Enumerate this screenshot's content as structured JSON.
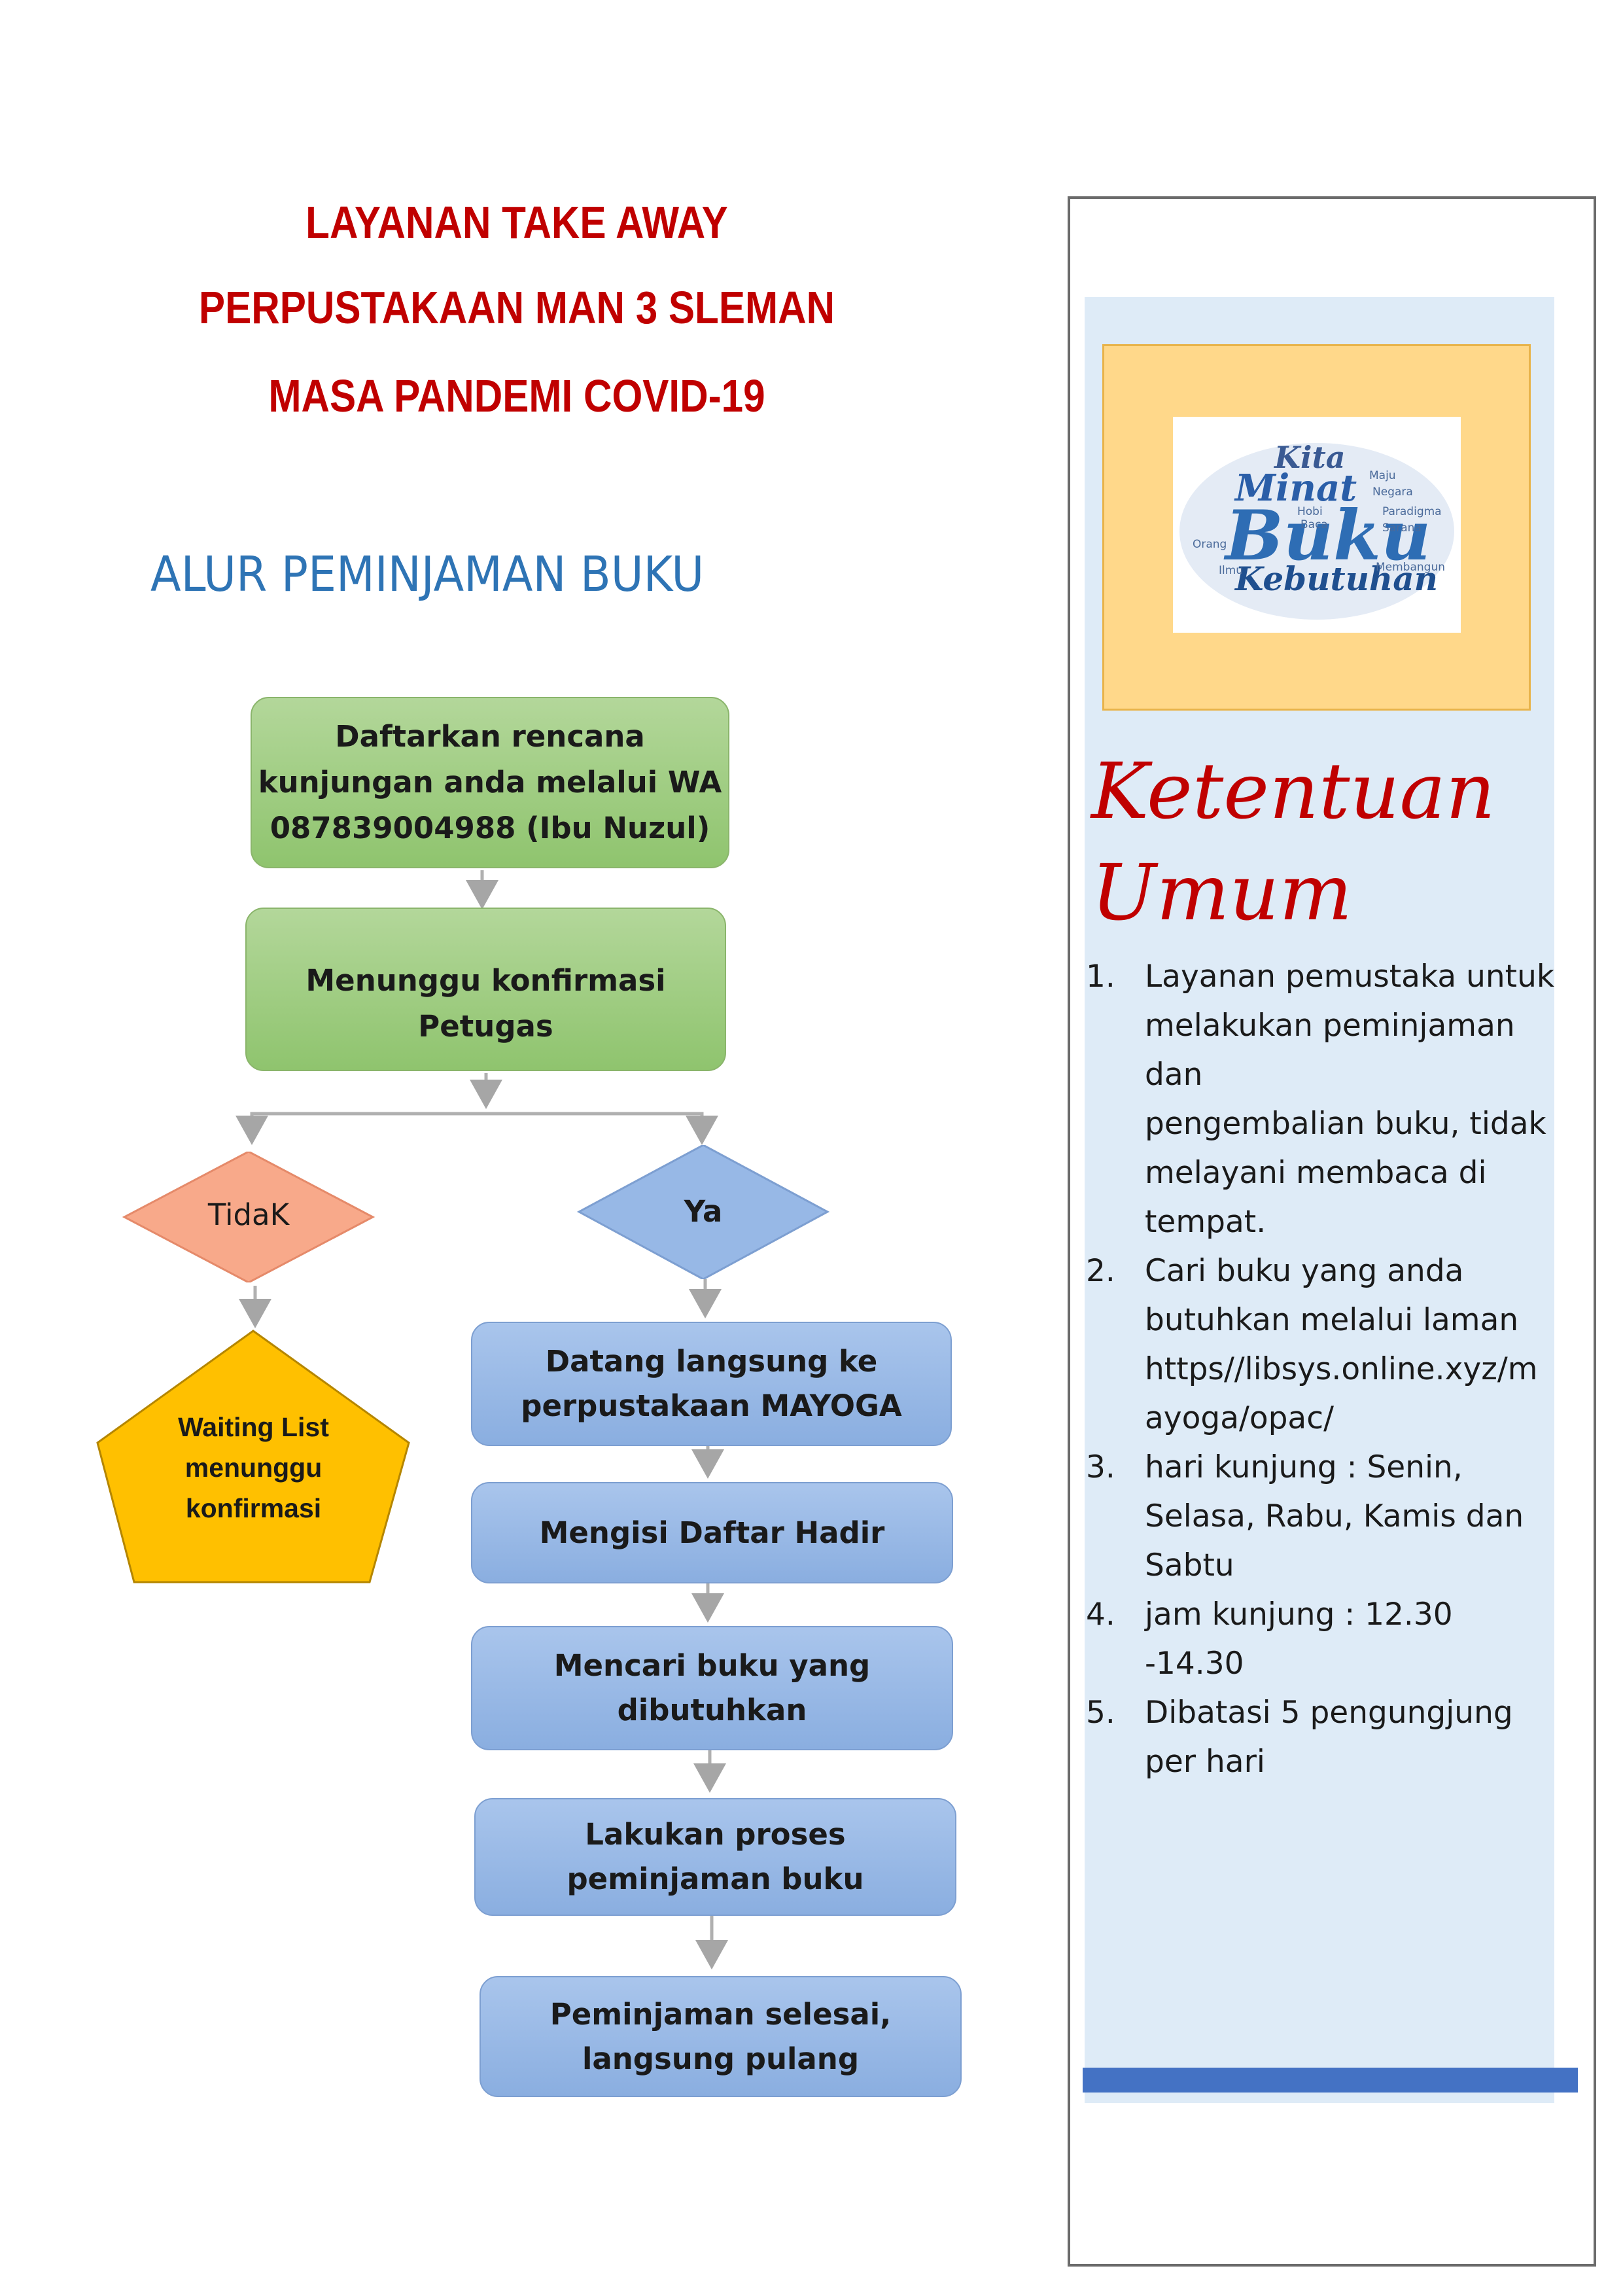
{
  "header": {
    "title_line1": "LAYANAN TAKE AWAY",
    "title_line2": "PERPUSTAKAAN MAN 3 SLEMAN",
    "title_line3": "MASA PANDEMI COVID-19",
    "subtitle": "ALUR PEMINJAMAN BUKU"
  },
  "flow": {
    "step1": [
      "Daftarkan rencana",
      "kunjungan anda melalui WA",
      "087839004988 (Ibu Nuzul)"
    ],
    "step2": "Menunggu konfirmasi Petugas",
    "decision_no": "TidaK",
    "decision_yes": "Ya",
    "waiting": [
      "Waiting List",
      "menunggu",
      "konfirmasi"
    ],
    "yes_steps": [
      [
        "Datang langsung ke",
        "perpustakaan MAYOGA"
      ],
      [
        "Mengisi Daftar Hadir"
      ],
      [
        "Mencari buku yang",
        "dibutuhkan"
      ],
      [
        "Lakukan proses",
        "peminjaman buku"
      ],
      [
        "Peminjaman selesai,",
        "langsung pulang"
      ]
    ]
  },
  "sidebar": {
    "logo_words": {
      "main": "Buku",
      "top": "Minat",
      "top2": "Kita",
      "bottom": "Kebutuhan",
      "small": [
        "Maju",
        "Negara",
        "Hobi",
        "Baca",
        "Membangun",
        "Sarana",
        "Paradigma",
        "Ilmu",
        "Orang"
      ]
    },
    "heading_line1": "Ketentuan",
    "heading_line2": "Umum",
    "rules": [
      {
        "num": "1.",
        "lines": [
          "Layanan pemustaka untuk",
          "melakukan peminjaman dan",
          "pengembalian buku, tidak",
          "melayani membaca di",
          "tempat."
        ]
      },
      {
        "num": "2.",
        "lines": [
          "Cari buku yang anda",
          "butuhkan melalui laman",
          "https//libsys.online.xyz/m",
          "ayoga/opac/"
        ]
      },
      {
        "num": "3.",
        "lines": [
          "hari kunjung : Senin,",
          "Selasa, Rabu, Kamis dan",
          "Sabtu"
        ]
      },
      {
        "num": "4.",
        "lines": [
          "jam kunjung : 12.30 -14.30"
        ]
      },
      {
        "num": "5.",
        "lines": [
          "Dibatasi 5 pengungjung",
          "per hari"
        ]
      }
    ]
  },
  "colors": {
    "title_red": "#c00000",
    "subtitle_blue": "#2e74b5",
    "green_box": "#9fcb80",
    "blue_box": "#97b8e6",
    "orange_diamond": "#f8a98a",
    "waiting_yellow": "#ffc000",
    "sidebar_bg": "#deebf7",
    "accent_bar": "#4472c4"
  }
}
